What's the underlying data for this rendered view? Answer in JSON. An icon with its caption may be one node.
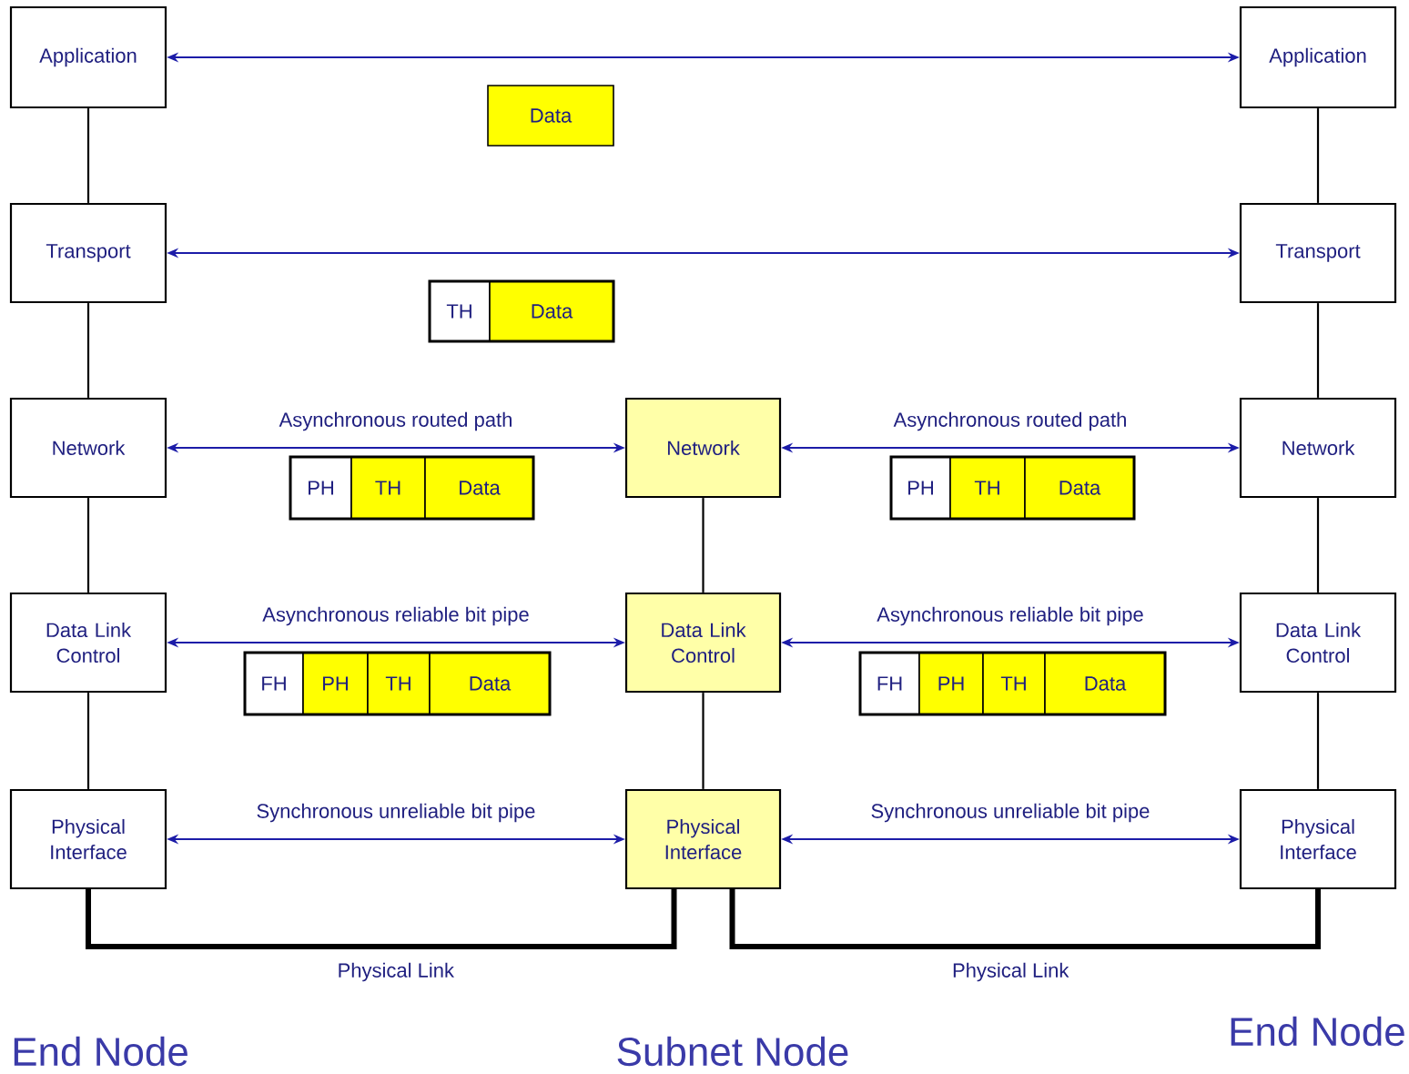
{
  "diagram": {
    "nodes": [
      {
        "text": [
          "Application"
        ]
      },
      {
        "text": [
          "Application"
        ]
      },
      {
        "text": [
          "Data"
        ]
      },
      {
        "text": [
          "Transport"
        ]
      },
      {
        "text": [
          "Transport"
        ]
      },
      {
        "text": [
          "TH"
        ]
      },
      {
        "text": [
          "Data"
        ]
      },
      {
        "text": [
          "Network"
        ]
      },
      {
        "text": [
          "Network"
        ]
      },
      {
        "text": [
          "Network"
        ]
      },
      {
        "text": [
          "PH"
        ]
      },
      {
        "text": [
          "TH"
        ]
      },
      {
        "text": [
          "Data"
        ]
      },
      {
        "text": [
          "PH"
        ]
      },
      {
        "text": [
          "TH"
        ]
      },
      {
        "text": [
          "Data"
        ]
      },
      {
        "text": [
          "Data Link Control"
        ]
      },
      {
        "text": [
          "Data Link Control"
        ]
      },
      {
        "text": [
          "Data Link Control"
        ]
      },
      {
        "text": [
          "FH"
        ]
      },
      {
        "text": [
          "PH"
        ]
      },
      {
        "text": [
          "TH"
        ]
      },
      {
        "text": [
          "Data"
        ]
      },
      {
        "text": [
          "FH"
        ]
      },
      {
        "text": [
          "PH"
        ]
      },
      {
        "text": [
          "TH"
        ]
      },
      {
        "text": [
          "Data"
        ]
      },
      {
        "text": [
          "Physical Interface"
        ]
      },
      {
        "text": [
          "Physical Interface"
        ]
      },
      {
        "text": [
          "Physical Interface"
        ]
      }
    ],
    "edges": [
      {
        "from": 0,
        "to": 1,
        "arrow": "both",
        "color": "#1c1ca8"
      },
      {
        "from": 3,
        "to": 4,
        "arrow": "both",
        "color": "#1c1ca8"
      },
      {
        "from": 7,
        "to": 8,
        "arrow": "both",
        "color": "#1c1ca8",
        "label": "Asynchronous routed path"
      },
      {
        "from": 8,
        "to": 9,
        "arrow": "both",
        "color": "#1c1ca8",
        "label": "Asynchronous routed path"
      },
      {
        "from": 16,
        "to": 17,
        "arrow": "both",
        "color": "#1c1ca8",
        "label": "Asynchronous reliable bit pipe"
      },
      {
        "from": 17,
        "to": 18,
        "arrow": "both",
        "color": "#1c1ca8",
        "label": "Asynchronous reliable bit pipe"
      },
      {
        "from": 27,
        "to": 28,
        "arrow": "both",
        "color": "#1c1ca8",
        "label": "Synchronous unreliable bit pipe"
      },
      {
        "from": 28,
        "to": 29,
        "arrow": "both",
        "color": "#1c1ca8",
        "label": "Synchronous unreliable bit pipe"
      },
      {
        "from": 0,
        "to": 3,
        "arrow": "none"
      },
      {
        "from": 3,
        "to": 7,
        "arrow": "none"
      },
      {
        "from": 7,
        "to": 16,
        "arrow": "none"
      },
      {
        "from": 16,
        "to": 27,
        "arrow": "none"
      },
      {
        "from": 1,
        "to": 4,
        "arrow": "none"
      },
      {
        "from": 4,
        "to": 9,
        "arrow": "none"
      },
      {
        "from": 9,
        "to": 18,
        "arrow": "none"
      },
      {
        "from": 18,
        "to": 29,
        "arrow": "none"
      },
      {
        "from": 8,
        "to": 17,
        "arrow": "none"
      },
      {
        "from": 17,
        "to": 28,
        "arrow": "none"
      },
      {
        "from": 27,
        "to": 28,
        "arrow": "none",
        "style": "thick",
        "label": "Physical Link"
      },
      {
        "from": 28,
        "to": 29,
        "arrow": "none",
        "style": "thick",
        "label": "Physical Link"
      }
    ],
    "labels": [
      "End Node",
      "Subnet Node",
      "End Node"
    ]
  }
}
